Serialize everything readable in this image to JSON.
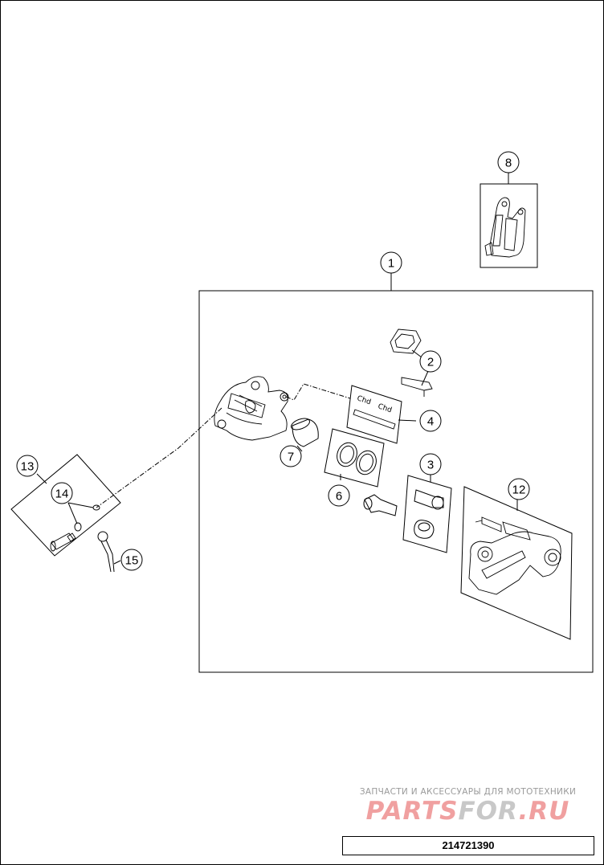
{
  "callouts": {
    "c1": "1",
    "c2": "2",
    "c3": "3",
    "c4": "4",
    "c6": "6",
    "c7": "7",
    "c8": "8",
    "c12": "12",
    "c13": "13",
    "c14": "14",
    "c15": "15"
  },
  "watermark": {
    "subtitle": "ЗАПЧАСТИ И АКСЕССУАРЫ ДЛЯ МОТОТЕХНИКИ",
    "brand_a": "PARTS",
    "brand_b": "FOR",
    "brand_c": ".RU"
  },
  "part_number": "214721390",
  "colors": {
    "line": "#000000",
    "watermark_red": "#f0a0a0",
    "watermark_gray": "#c8c8c8"
  }
}
